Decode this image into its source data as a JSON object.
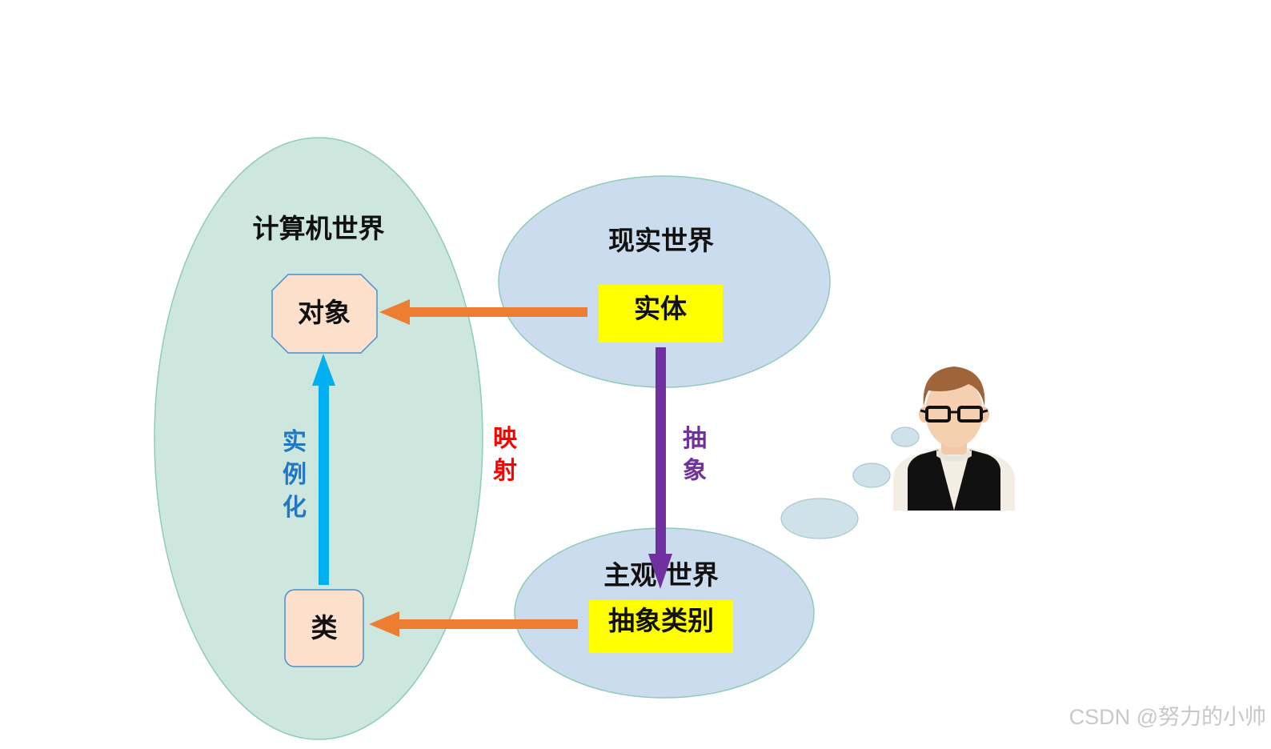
{
  "regions": {
    "computer_world": {
      "label": "计算机世界"
    },
    "real_world": {
      "label": "现实世界"
    },
    "subjective_world": {
      "label": "主观 世界"
    }
  },
  "nodes": {
    "object": {
      "label": "对象"
    },
    "class": {
      "label": "类"
    },
    "entity": {
      "label": "实体"
    },
    "abstract_category": {
      "label": "抽象类别"
    }
  },
  "edges": {
    "mapping": {
      "label_lines": [
        "映",
        "射"
      ]
    },
    "instantiate": {
      "label_lines": [
        "实",
        "例",
        "化"
      ]
    },
    "abstract": {
      "label_lines": [
        "抽",
        "象"
      ]
    }
  },
  "watermark": {
    "text": "CSDN @努力的小帅"
  },
  "colors": {
    "computer_world_fill": "#cde6de",
    "computer_world_stroke": "#8fcbb9",
    "bubble_fill": "#ccdcef",
    "bubble_stroke": "#8fcbb9",
    "node_fill": "#fde0cc",
    "node_stroke": "#4a8fd0",
    "highlight": "#ffff00",
    "mapping_arrow": "#ed7d31",
    "instantiate_arrow": "#00b0f0",
    "abstract_arrow": "#7030a0",
    "mapping_label": "#ff0000",
    "instantiate_label": "#1f78c6",
    "abstract_label": "#7030a0",
    "thought_bubble": "#cfe2ea"
  },
  "icons": {
    "person": "person-with-glasses-icon"
  }
}
